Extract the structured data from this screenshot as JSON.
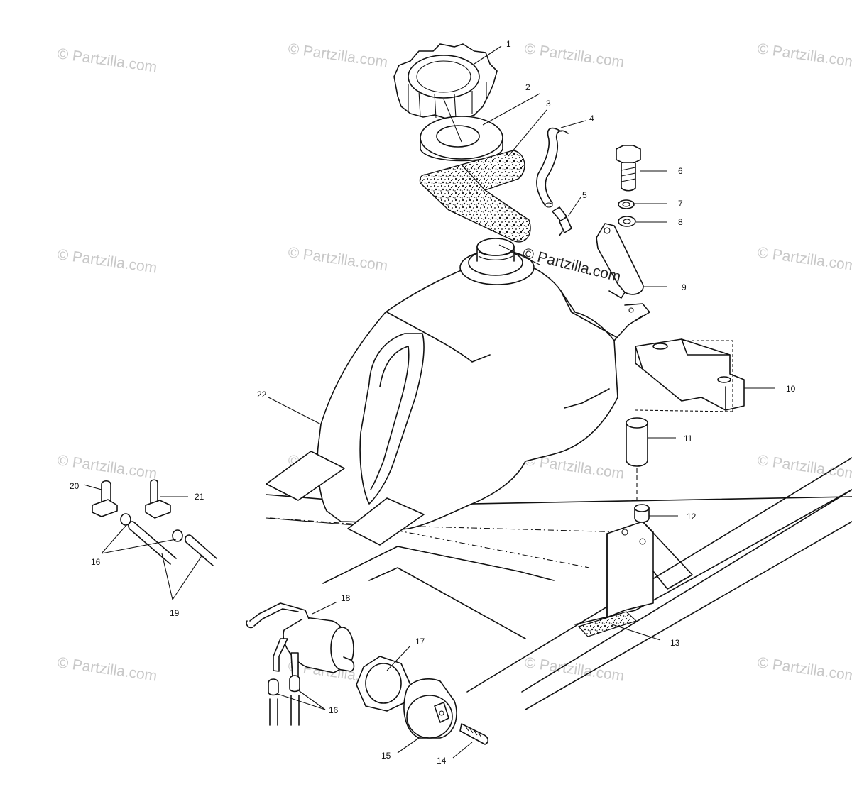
{
  "watermark": {
    "text": "© Partzilla.com"
  },
  "callouts": [
    "1",
    "2",
    "3",
    "4",
    "5",
    "6",
    "7",
    "8",
    "9",
    "10",
    "11",
    "12",
    "13",
    "14",
    "15",
    "16",
    "16",
    "17",
    "18",
    "19",
    "20",
    "21",
    "22"
  ]
}
